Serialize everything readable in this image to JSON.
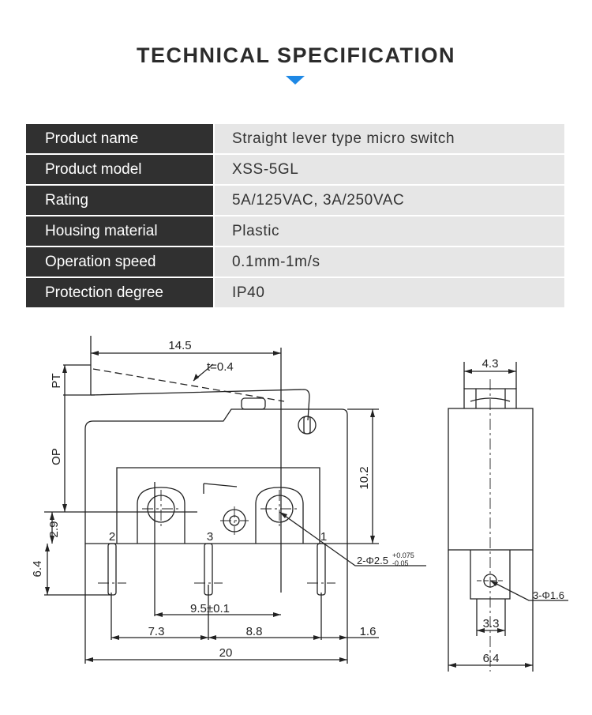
{
  "header": {
    "title": "TECHNICAL SPECIFICATION"
  },
  "specs": [
    {
      "label": "Product name",
      "value": "Straight lever type micro switch"
    },
    {
      "label": "Product model",
      "value": "XSS-5GL"
    },
    {
      "label": "Rating",
      "value": "5A/125VAC, 3A/250VAC"
    },
    {
      "label": "Housing material",
      "value": "Plastic"
    },
    {
      "label": "Operation speed",
      "value": "0.1mm-1m/s"
    },
    {
      "label": "Protection degree",
      "value": "IP40"
    }
  ],
  "drawing": {
    "dim_overall_lever": "14.5",
    "dim_lever_thickness": "t=0.4",
    "dim_height": "10.2",
    "dim_pin_hole": "2-Φ2.5",
    "dim_pin_hole_tol_plus": "+0.075",
    "dim_pin_hole_tol_minus": "-0.05",
    "dim_hole_spacing": "9.5±0.1",
    "dim_left_to_mid": "7.3",
    "dim_mid_to_right": "8.8",
    "dim_right_edge": "1.6",
    "dim_total_length": "20",
    "dim_terminal_len": "6.4",
    "dim_bottom_to_hole": "2.9",
    "label_pt": "PT",
    "label_op": "OP",
    "terminal_2": "2",
    "terminal_3": "3",
    "terminal_1": "1",
    "side_top_width": "4.3",
    "side_terminal_hole": "3-Φ1.6",
    "side_terminal_width": "3.3",
    "side_body_width": "6.4"
  },
  "colors": {
    "accent": "#1e88e5",
    "label_bg": "#303030",
    "value_bg": "#e6e6e6"
  }
}
